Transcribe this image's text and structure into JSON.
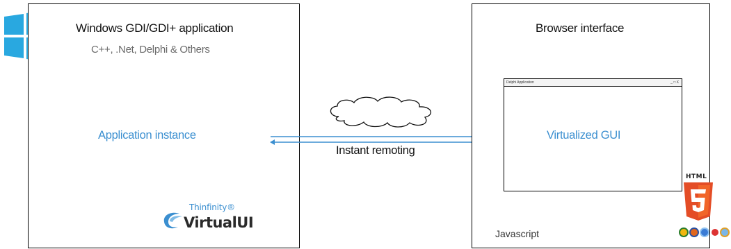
{
  "left_panel": {
    "title": "Windows GDI/GDI+ application",
    "subtitle": "C++, .Net, Delphi & Others",
    "instance_label": "Application instance",
    "brand": {
      "small": "Thinfinity®",
      "main": "VirtualUI"
    }
  },
  "right_panel": {
    "title": "Browser interface",
    "window": {
      "title": "Delphi Application",
      "controls": "_ □ X",
      "content": "Virtualized GUI"
    },
    "footer": "Javascript",
    "badge_label": "HTML"
  },
  "connection": {
    "label": "Instant remoting"
  },
  "colors": {
    "accent_blue": "#3b8fd0",
    "windows_logo": "#29a8e0",
    "html5_orange": "#e44d26"
  },
  "icons": [
    "windows-logo-icon",
    "cloud-icon",
    "html5-shield-icon",
    "browser-icons"
  ]
}
